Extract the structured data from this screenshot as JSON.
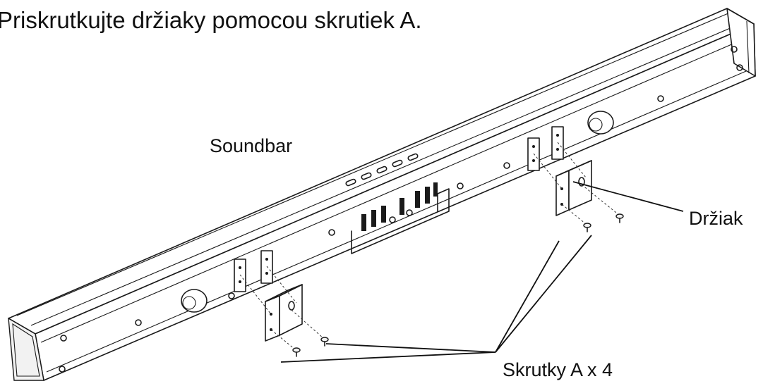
{
  "instruction": "Priskrutkujte držiaky pomocou skrutiek A.",
  "labels": {
    "soundbar": "Soundbar",
    "bracket": "Držiak",
    "screws": "Skrutky A x 4"
  }
}
